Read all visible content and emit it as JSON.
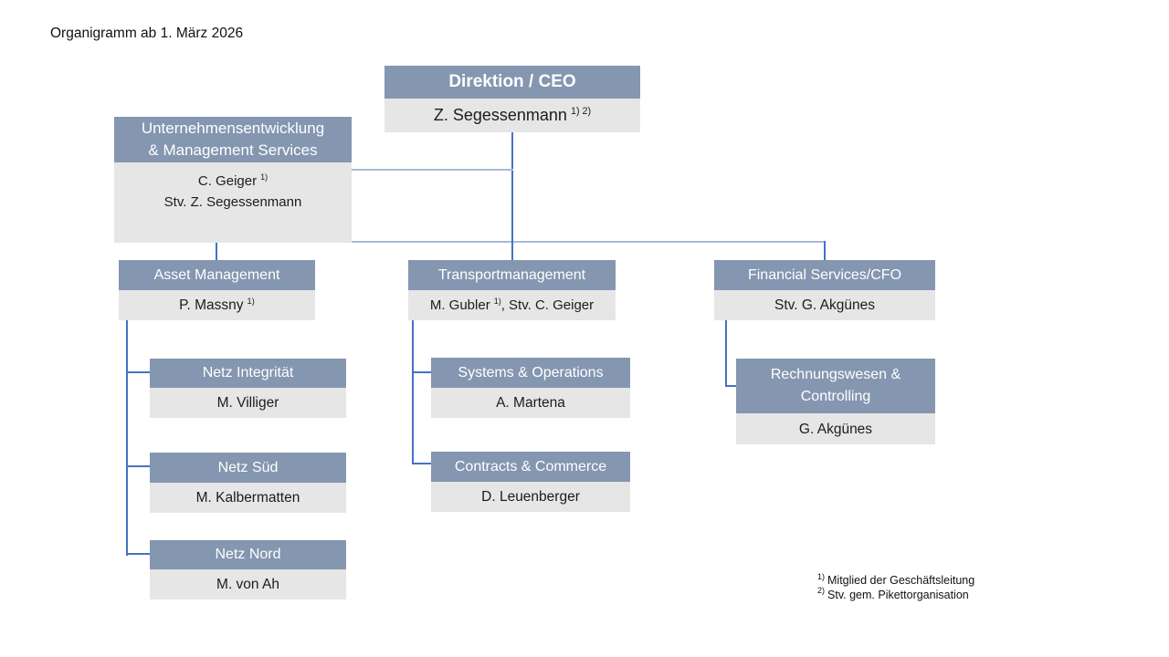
{
  "page_title": "Organigramm ab 1. März 2026",
  "units": {
    "ceo": {
      "title": "Direktion / CEO",
      "name": "Z. Segessenmann",
      "sup": "1) 2)"
    },
    "ue": {
      "title1": "Unternehmensentwicklung",
      "title2": "& Management Services",
      "name": "C. Geiger",
      "sup": "1)",
      "line2": "Stv. Z. Segessenmann"
    },
    "asset": {
      "title": "Asset Management",
      "name": "P. Massny",
      "sup": "1)"
    },
    "transport": {
      "title": "Transportmanagement",
      "name": "M. Gubler",
      "sup": "1)",
      "rest": ", Stv. C. Geiger"
    },
    "finance": {
      "title": "Financial Services/CFO",
      "name": "Stv. G. Akgünes"
    },
    "netz_integritaet": {
      "title": "Netz Integrität",
      "name": "M. Villiger"
    },
    "netz_sued": {
      "title": "Netz Süd",
      "name": "M. Kalbermatten"
    },
    "netz_nord": {
      "title": "Netz Nord",
      "name": "M. von Ah"
    },
    "systems": {
      "title": "Systems & Operations",
      "name": "A. Martena"
    },
    "contracts": {
      "title": "Contracts & Commerce",
      "name": "D. Leuenberger"
    },
    "rechnungswesen": {
      "title1": "Rechnungswesen &",
      "title2": "Controlling",
      "name": "G. Akgünes"
    }
  },
  "footnotes": [
    {
      "sup": "1)",
      "text": "Mitglied der Geschäftsleitung"
    },
    {
      "sup": "2)",
      "text": "Stv. gem. Pikettorganisation"
    }
  ],
  "colors": {
    "header_bg": "#8496B0",
    "header_text": "#FFFFFF",
    "body_bg": "#E7E6E6",
    "text_dark": "#1C1C1C",
    "connector_dark": "#4472C4",
    "connector_light": "#A4BBD9"
  }
}
